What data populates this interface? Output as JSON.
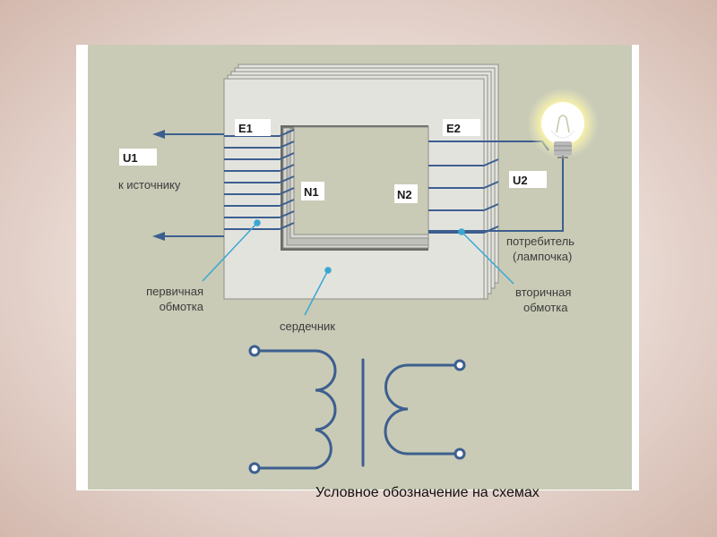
{
  "labels": {
    "e1": "E1",
    "e2": "E2",
    "u1": "U1",
    "u2": "U2",
    "n1": "N1",
    "n2": "N2",
    "to_source": "к источнику",
    "primary_winding_1": "первичная",
    "primary_winding_2": "обмотка",
    "core": "сердечник",
    "consumer_1": "потребитель",
    "consumer_2": "(лампочка)",
    "secondary_winding_1": "вторичная",
    "secondary_winding_2": "обмотка"
  },
  "caption": "Условное обозначение на схемах",
  "colors": {
    "diagram_background": "#c9cbb6",
    "core_fill": "#e3e3de",
    "core_window": "#c9cbb6",
    "wire": "#3d5f8f",
    "pointer": "#3aa7d1",
    "bulb_glow": "#fbf7b8",
    "bulb_glass": "#ffffff",
    "bulb_base": "#b9b9b9"
  },
  "icons": {
    "bulb": "light-bulb-icon",
    "source_arrows": "arrow-left-icon",
    "transformer_symbol": "transformer-symbol-icon"
  }
}
